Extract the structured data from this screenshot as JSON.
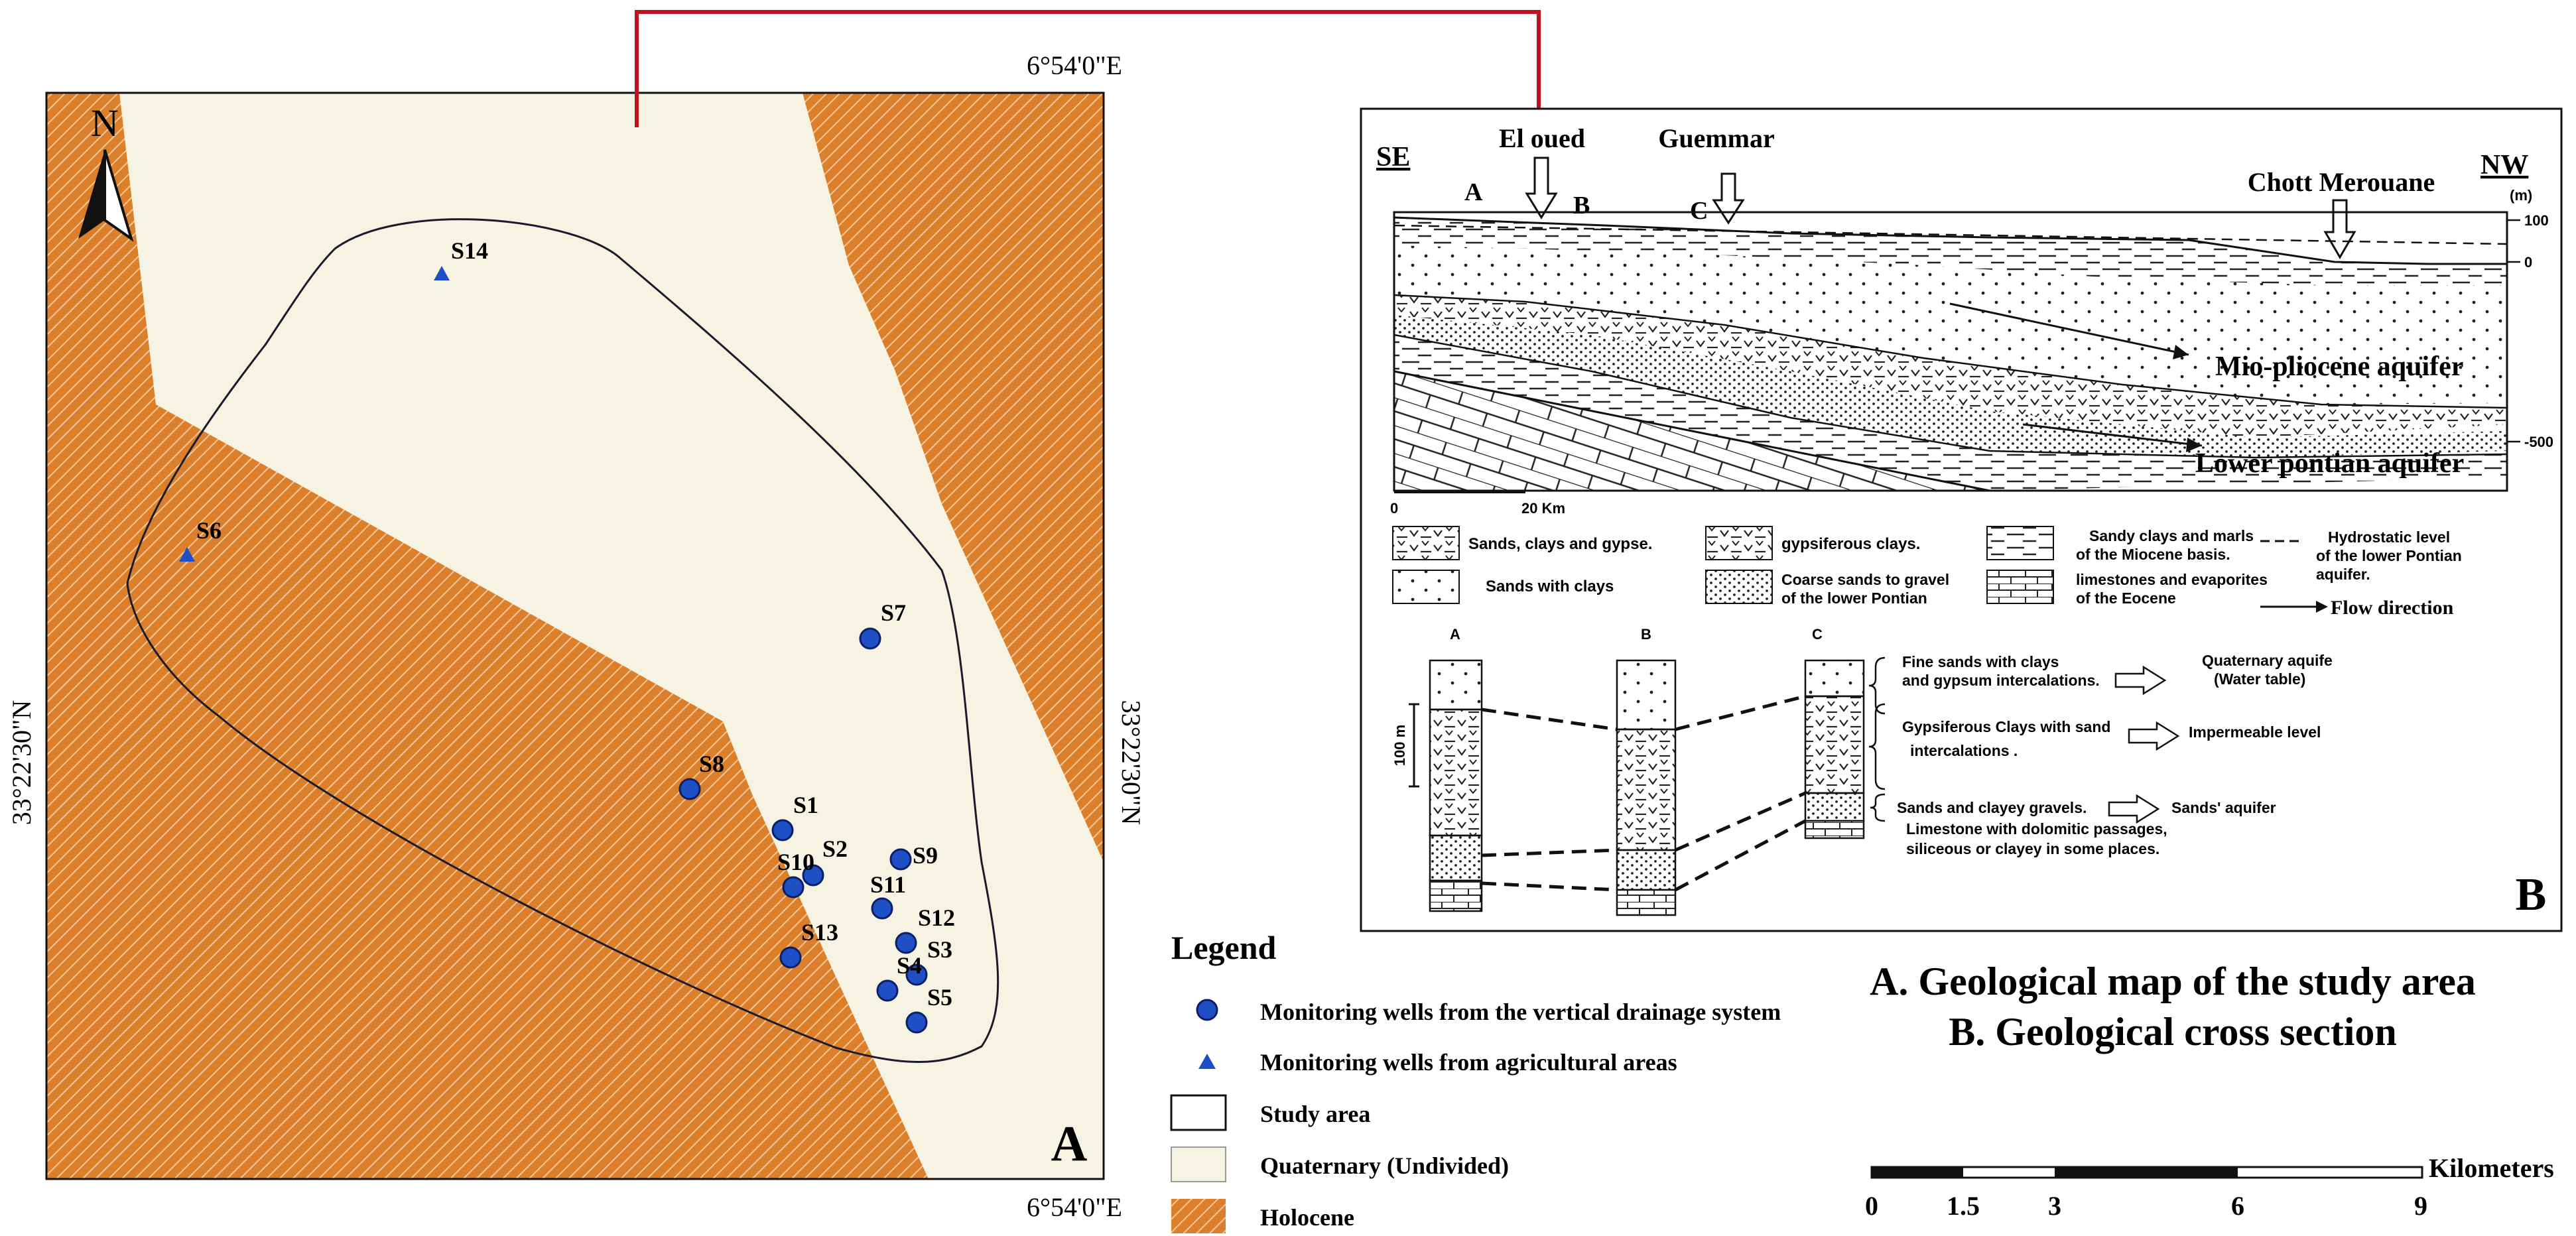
{
  "panel_a": {
    "label": "A",
    "coord_top": "6°54'0\"E",
    "coord_bottom": "6°54'0\"E",
    "coord_left": "33°22'30\"N",
    "coord_right": "33°22'30\"N",
    "north": "N",
    "wells": [
      {
        "id": "S14",
        "type": "agricultural"
      },
      {
        "id": "S6",
        "type": "agricultural"
      },
      {
        "id": "S7",
        "type": "drainage"
      },
      {
        "id": "S8",
        "type": "drainage"
      },
      {
        "id": "S1",
        "type": "drainage"
      },
      {
        "id": "S2",
        "type": "drainage"
      },
      {
        "id": "S10",
        "type": "drainage"
      },
      {
        "id": "S9",
        "type": "drainage"
      },
      {
        "id": "S11",
        "type": "drainage"
      },
      {
        "id": "S12",
        "type": "drainage"
      },
      {
        "id": "S13",
        "type": "drainage"
      },
      {
        "id": "S3",
        "type": "drainage"
      },
      {
        "id": "S4",
        "type": "drainage"
      },
      {
        "id": "S5",
        "type": "drainage"
      }
    ]
  },
  "legend": {
    "title": "Legend",
    "items": [
      {
        "symbol": "circle",
        "label": "Monitoring wells from the vertical drainage system"
      },
      {
        "symbol": "triangle",
        "label": "Monitoring wells from agricultural areas"
      },
      {
        "symbol": "outline",
        "label": "Study area"
      },
      {
        "symbol": "quaternary",
        "label": "Quaternary (Undivided)"
      },
      {
        "symbol": "holocene",
        "label": "Holocene"
      }
    ]
  },
  "colors": {
    "quaternary": "#f7f3e3",
    "holocene": "#db7f2a",
    "well": "#1f4fc4",
    "connector": "#c1121f"
  },
  "panel_b": {
    "label": "B",
    "se": "SE",
    "nw": "NW",
    "towns": [
      "El oued",
      "Guemmar",
      "Chott Merouane"
    ],
    "points": [
      "A",
      "B",
      "C"
    ],
    "elev_unit": "(m)",
    "elev_ticks": [
      "100",
      "0",
      "-500"
    ],
    "dist_ticks": [
      "0",
      "20 Km"
    ],
    "aquifer1": "Mio-pliocene aquifer",
    "aquifer2": "Lower pontian aquifer",
    "key": [
      {
        "pattern": "sandclaygypsum",
        "label": "Sands, clays and gypse."
      },
      {
        "pattern": "gypsiferous",
        "label": "gypsiferous clays."
      },
      {
        "pattern": "sandyclay",
        "label": "Sandy clays and marls of the Miocene basis."
      },
      {
        "pattern": "hydro",
        "label": "Hydrostatic level of the lower Pontian aquifer."
      },
      {
        "pattern": "sands",
        "label": "Sands with clays"
      },
      {
        "pattern": "coarse",
        "label": "Coarse sands to gravel of the lower Pontian"
      },
      {
        "pattern": "limestone",
        "label": "limestones and evaporites of the Eocene"
      },
      {
        "pattern": "flow",
        "label": "Flow direction"
      }
    ],
    "column_labels": [
      "A",
      "B",
      "C"
    ],
    "scale_100m": "100 m",
    "units": [
      {
        "desc": "Fine sands with clays and gypsum intercalations.",
        "meaning": "Quaternary aquife (Water table)"
      },
      {
        "desc": "Gypsiferous Clays with sand intercalations .",
        "meaning": "Impermeable level"
      },
      {
        "desc": "Sands and clayey gravels.",
        "meaning": "Sands' aquifer"
      },
      {
        "desc": "Limestone with dolomitic passages, siliceous or clayey in some places.",
        "meaning": ""
      }
    ]
  },
  "caption": {
    "line1": "A. Geological map of the study area",
    "line2": "B. Geological cross section"
  },
  "scalebar": {
    "unit": "Kilometers",
    "ticks": [
      "0",
      "1.5",
      "3",
      "6",
      "9"
    ]
  }
}
